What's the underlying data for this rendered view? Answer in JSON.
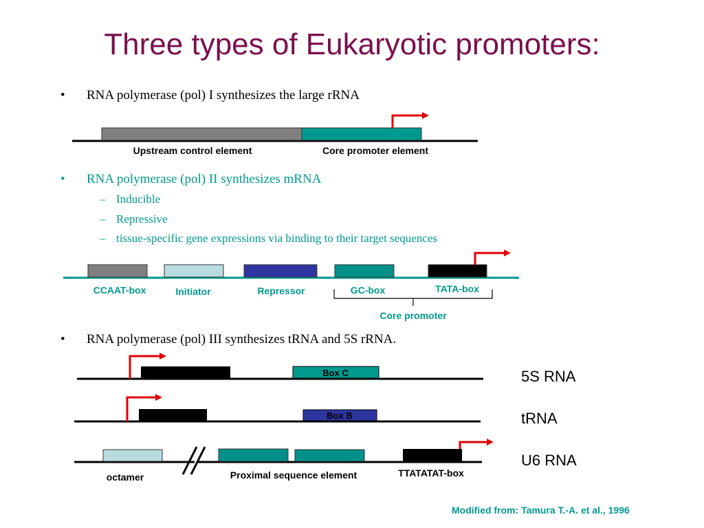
{
  "title": "Three types of Eukaryotic promoters:",
  "bullets": {
    "pol1": "RNA polymerase (pol) I synthesizes the large rRNA",
    "pol2": "RNA polymerase (pol) II synthesizes mRNA",
    "pol2_subs": [
      "Inducible",
      "Repressive",
      "tissue-specific gene expressions via binding to their target sequences"
    ],
    "pol3": "RNA polymerase (pol) III synthesizes tRNA and 5S rRNA."
  },
  "bullet_glyph": "•",
  "sub_glyph": "–",
  "pol1_diagram": {
    "labels": [
      "Upstream control element",
      "Core promoter element"
    ]
  },
  "pol2_diagram": {
    "labels": [
      "CCAAT-box",
      "Initiator",
      "Repressor",
      "GC-box",
      "TATA-box"
    ],
    "core_label": "Core promoter"
  },
  "pol3_diagram": {
    "box_c": "Box C",
    "box_b": "Box B",
    "genes": [
      "5S RNA",
      "tRNA",
      "U6 RNA"
    ],
    "u6_labels": [
      "octamer",
      "Proximal sequence element",
      "TTATATAT-box"
    ]
  },
  "credit": "Modified from: Tamura T.-A. et al., 1996",
  "colors": {
    "title": "#7a0f4c",
    "teal": "#00998f",
    "gray": "#808080",
    "light_blue": "#b8dbe0",
    "blue": "#2e35a0",
    "arrow": "#e00000",
    "dark_teal_box": "#00908a"
  }
}
